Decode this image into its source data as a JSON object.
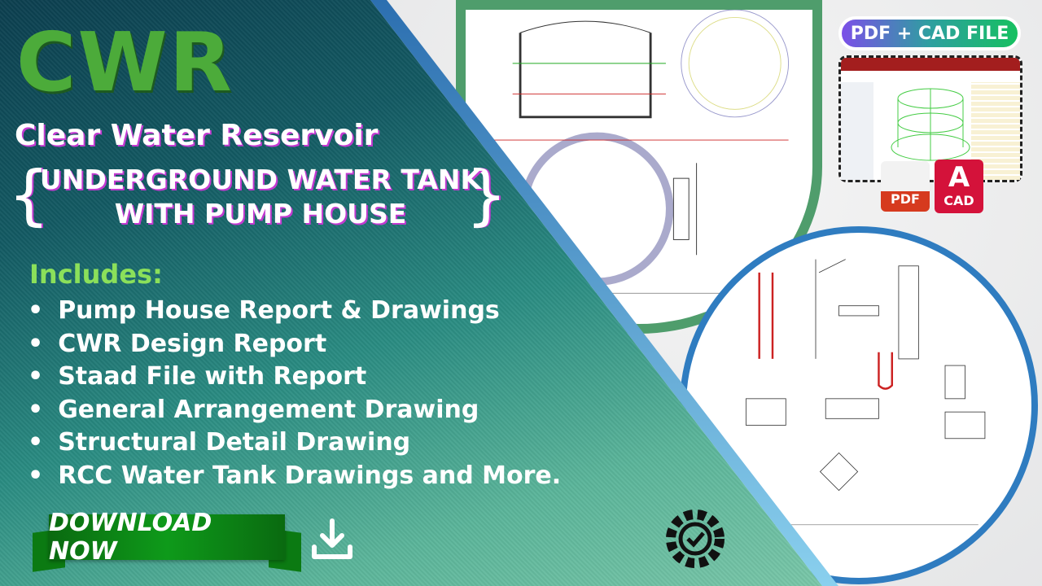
{
  "title": "CWR",
  "subtitle": "Clear Water Reservoir",
  "tank_line1": "UNDERGROUND WATER TANK",
  "tank_line2": "WITH PUMP HOUSE",
  "includes_label": "Includes:",
  "includes": [
    "Pump House Report & Drawings",
    "CWR Design Report",
    "Staad File with Report",
    "General Arrangement Drawing",
    "Structural Detail Drawing",
    "RCC Water Tank Drawings and More."
  ],
  "download_label": "DOWNLOAD NOW",
  "badge": "PDF + CAD FILE",
  "pdf_label": "PDF",
  "cad_label": "CAD",
  "cad_letter": "A",
  "colors": {
    "accent_green": "#4cab3a",
    "ribbon": "#0e9a1a",
    "circle1": "#4f9d6c",
    "circle2": "#2f7cc0"
  }
}
